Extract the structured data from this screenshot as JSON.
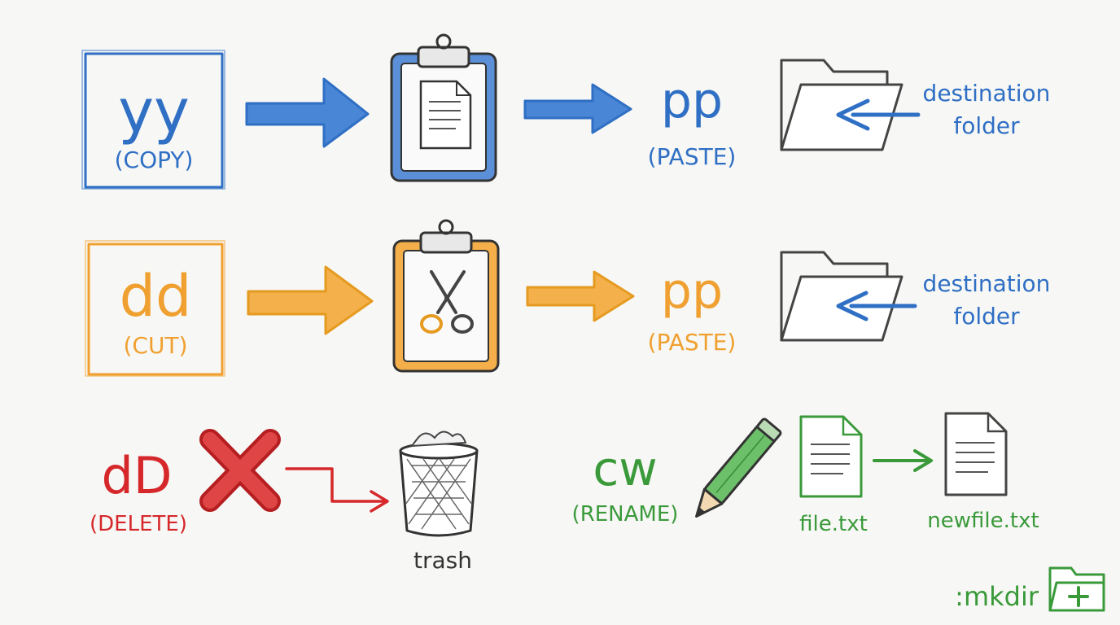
{
  "colors": {
    "blue": "#2f6fc4",
    "orange": "#f0a030",
    "red": "#d6282b",
    "green": "#3a9a3a",
    "ink": "#3a3a3a",
    "background": "#f7f7f5"
  },
  "copy_row": {
    "command": "yy",
    "command_caption": "(COPY)",
    "paste_command": "pp",
    "paste_caption": "(PASTE)",
    "destination_line1": "destination",
    "destination_line2": "folder",
    "icons": [
      "clipboard-document-icon",
      "folder-icon"
    ]
  },
  "cut_row": {
    "command": "dd",
    "command_caption": "(CUT)",
    "paste_command": "pp",
    "paste_caption": "(PASTE)",
    "destination_line1": "destination",
    "destination_line2": "folder",
    "icons": [
      "clipboard-scissors-icon",
      "folder-icon"
    ]
  },
  "delete_row": {
    "command": "dD",
    "command_caption": "(DELETE)",
    "trash_label": "trash",
    "icons": [
      "x-mark-icon",
      "trash-bin-icon"
    ]
  },
  "rename_row": {
    "command": "cw",
    "command_caption": "(RENAME)",
    "old_file": "file.txt",
    "new_file": "newfile.txt",
    "icons": [
      "pencil-icon",
      "file-icon"
    ]
  },
  "mkdir": {
    "command": ":mkdir",
    "icons": [
      "new-folder-icon"
    ]
  }
}
